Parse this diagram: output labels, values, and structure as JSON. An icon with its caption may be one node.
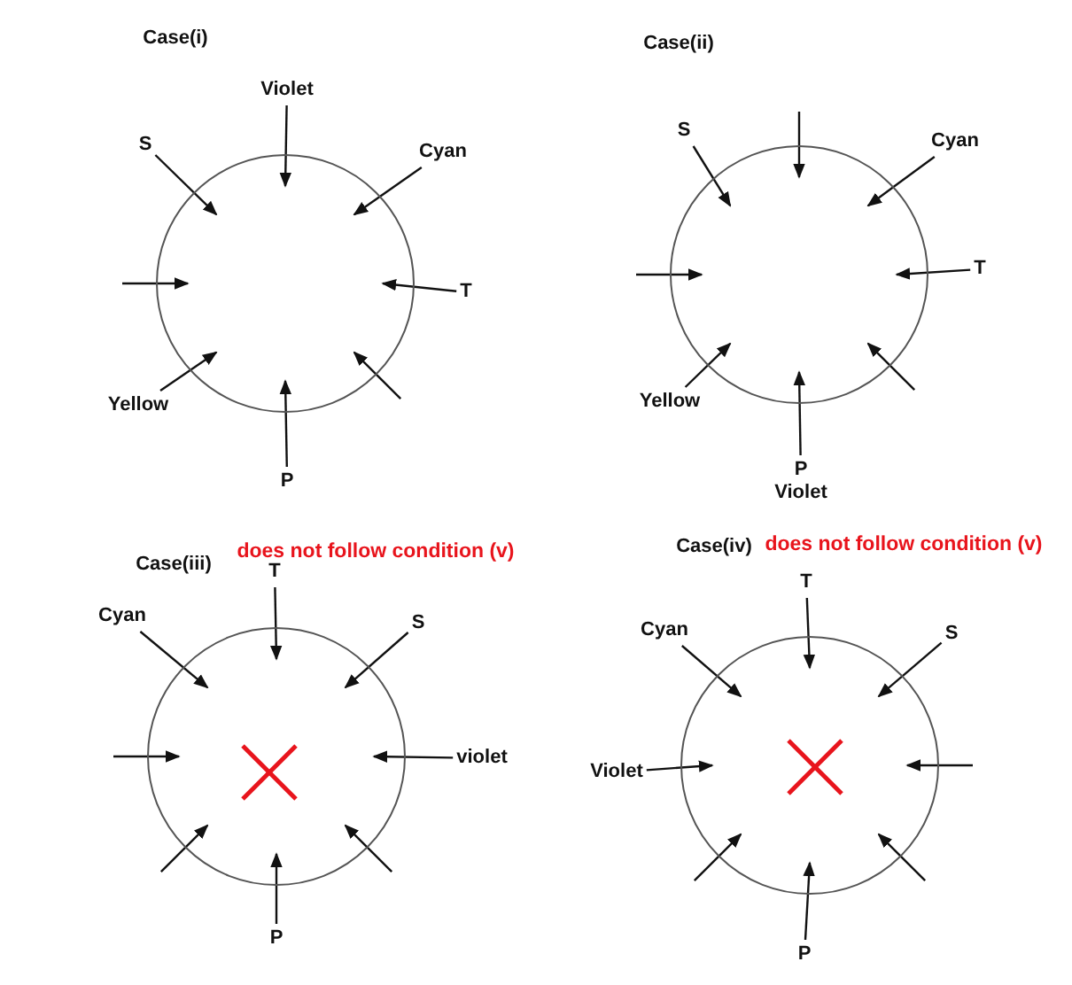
{
  "diagram": {
    "nodes": [
      {
        "text": [],
        "shape": "circle"
      },
      {
        "text": [
          "Violet"
        ]
      },
      {
        "text": [
          "S"
        ]
      },
      {
        "text": [
          "Cyan"
        ]
      },
      {
        "text": [
          "T"
        ]
      },
      {
        "text": [
          "Yellow"
        ]
      },
      {
        "text": [
          "P"
        ]
      },
      {
        "text": [],
        "shape": "circle"
      },
      {
        "text": [
          "S"
        ]
      },
      {
        "text": [
          "Cyan"
        ]
      },
      {
        "text": [
          "T"
        ]
      },
      {
        "text": [
          "Yellow"
        ]
      },
      {
        "text": [
          "P",
          "Violet"
        ]
      },
      {
        "text": [],
        "shape": "circle"
      },
      {
        "text": [
          "T"
        ]
      },
      {
        "text": [
          "Cyan"
        ]
      },
      {
        "text": [
          "S"
        ]
      },
      {
        "text": [
          "violet"
        ]
      },
      {
        "text": [
          "P"
        ]
      },
      {
        "text": [],
        "shape": "circle"
      },
      {
        "text": [
          "T"
        ]
      },
      {
        "text": [
          "Cyan"
        ]
      },
      {
        "text": [
          "S"
        ]
      },
      {
        "text": [
          "Violet"
        ]
      },
      {
        "text": [
          "P"
        ]
      }
    ],
    "edges": [
      {
        "from": 1,
        "to": 0,
        "arrow": "to"
      },
      {
        "from": 3,
        "to": 0,
        "arrow": "to"
      },
      {
        "from": 4,
        "to": 0,
        "arrow": "to"
      },
      {
        "from": null,
        "to": 0,
        "arrow": "to"
      },
      {
        "from": 6,
        "to": 0,
        "arrow": "to"
      },
      {
        "from": 5,
        "to": 0,
        "arrow": "to"
      },
      {
        "from": null,
        "to": 0,
        "arrow": "to"
      },
      {
        "from": 2,
        "to": 0,
        "arrow": "to"
      },
      {
        "from": null,
        "to": 7,
        "arrow": "to"
      },
      {
        "from": 9,
        "to": 7,
        "arrow": "to"
      },
      {
        "from": 10,
        "to": 7,
        "arrow": "to"
      },
      {
        "from": null,
        "to": 7,
        "arrow": "to"
      },
      {
        "from": 12,
        "to": 7,
        "arrow": "to"
      },
      {
        "from": 11,
        "to": 7,
        "arrow": "to"
      },
      {
        "from": null,
        "to": 7,
        "arrow": "to"
      },
      {
        "from": 8,
        "to": 7,
        "arrow": "to"
      },
      {
        "from": 14,
        "to": 13,
        "arrow": "to"
      },
      {
        "from": 16,
        "to": 13,
        "arrow": "to"
      },
      {
        "from": 17,
        "to": 13,
        "arrow": "to"
      },
      {
        "from": null,
        "to": 13,
        "arrow": "to"
      },
      {
        "from": 18,
        "to": 13,
        "arrow": "to"
      },
      {
        "from": null,
        "to": 13,
        "arrow": "to"
      },
      {
        "from": null,
        "to": 13,
        "arrow": "to"
      },
      {
        "from": 15,
        "to": 13,
        "arrow": "to"
      },
      {
        "from": 20,
        "to": 19,
        "arrow": "to"
      },
      {
        "from": 22,
        "to": 19,
        "arrow": "to"
      },
      {
        "from": null,
        "to": 19,
        "arrow": "to"
      },
      {
        "from": null,
        "to": 19,
        "arrow": "to"
      },
      {
        "from": 24,
        "to": 19,
        "arrow": "to"
      },
      {
        "from": null,
        "to": 19,
        "arrow": "to"
      },
      {
        "from": 23,
        "to": 19,
        "arrow": "to"
      },
      {
        "from": 21,
        "to": 19,
        "arrow": "to"
      }
    ],
    "labels": [
      "Case(i)",
      "Case(ii)",
      "Case(iii)",
      "does not follow condition (v)",
      "Case(iv)",
      "does not follow condition (v)"
    ]
  }
}
